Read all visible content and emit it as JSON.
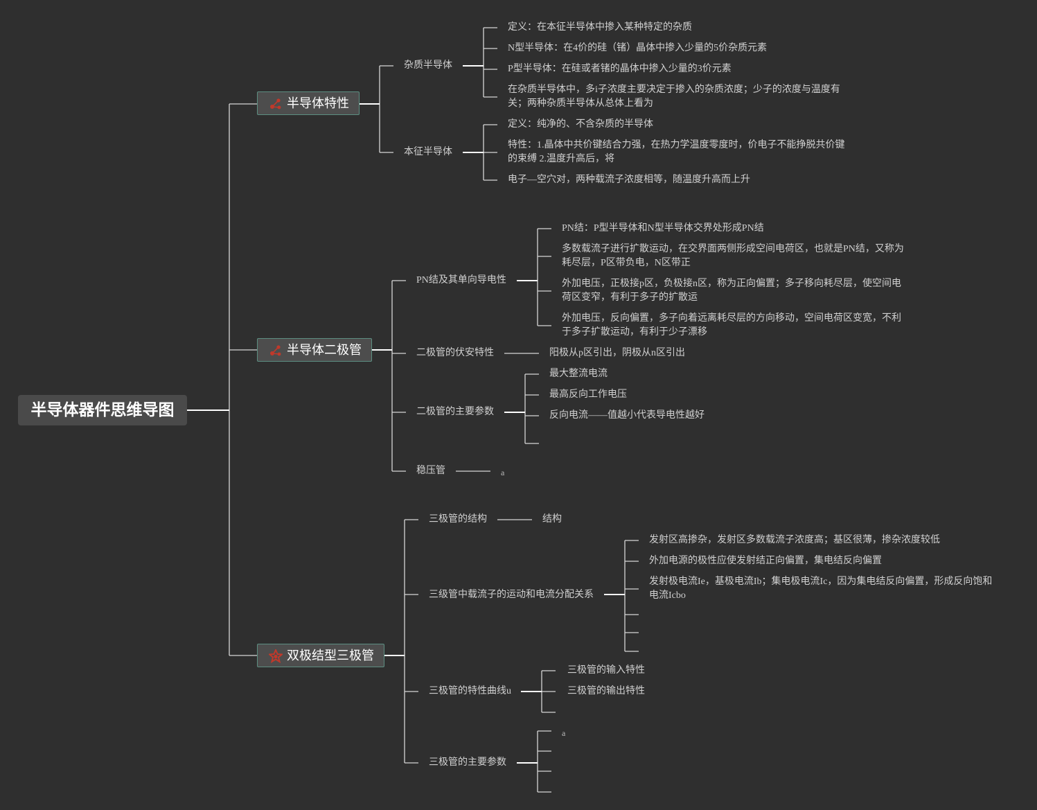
{
  "root": {
    "title": "半导体器件思维导图"
  },
  "branches": {
    "semiconductor": {
      "label": "半导体特性",
      "icon": "network-icon",
      "children": {
        "impurity": {
          "label": "杂质半导体",
          "items": [
            "定义：在本征半导体中掺入某种特定的杂质",
            "N型半导体：在4价的硅（锗）晶体中掺入少量的5价杂质元素",
            "P型半导体：在硅或者锗的晶体中掺入少量的3价元素",
            "在杂质半导体中，多i子浓度主要决定于掺入的杂质浓度；少子的浓度与温度有关；两种杂质半导体从总体上看为"
          ]
        },
        "intrinsic": {
          "label": "本征半导体",
          "items": [
            "定义：纯净的、不含杂质的半导体",
            "特性：1.晶体中共价键结合力强，在热力学温度零度时，价电子不能挣脱共价键的束缚 2.温度升高后，将",
            "电子—空穴对，两种载流子浓度相等，随温度升高而上升"
          ]
        }
      }
    },
    "diode": {
      "label": "半导体二极管",
      "icon": "network-icon",
      "children": {
        "pn": {
          "label": "PN结及其单向导电性",
          "items": [
            "PN结：P型半导体和N型半导体交界处形成PN结",
            "多数载流子进行扩散运动，在交界面两侧形成空间电荷区，也就是PN结，又称为耗尽层，P区带负电，N区带正",
            "外加电压，正极接p区，负极接n区，称为正向偏置；多子移向耗尽层，使空间电荷区变窄，有利于多子的扩散运",
            "外加电压，反向偏置，多子向着远离耗尽层的方向移动，空间电荷区变宽，不利于多子扩散运动，有利于少子漂移"
          ]
        },
        "iv": {
          "label": "二极管的伏安特性",
          "items": [
            "阳极从p区引出，阴极从n区引出"
          ]
        },
        "params": {
          "label": "二极管的主要参数",
          "items": [
            "最大整流电流",
            "最高反向工作电压",
            "反向电流——值越小代表导电性越好"
          ]
        },
        "zener": {
          "label": "稳压管",
          "items": [
            "a"
          ]
        }
      }
    },
    "bjt": {
      "label": "双极结型三极管",
      "icon": "star-badge-icon",
      "children": {
        "structure": {
          "label": "三极管的结构",
          "items": [
            "结构"
          ]
        },
        "carriers": {
          "label": "三级管中载流子的运动和电流分配关系",
          "items": [
            "发射区高掺杂，发射区多数载流子浓度高；基区很薄，掺杂浓度较低",
            "外加电源的极性应使发射结正向偏置，集电结反向偏置",
            "发射极电流Ie，基极电流Ib；集电极电流Ic，因为集电结反向偏置，形成反向饱和电流Icbo"
          ]
        },
        "curves": {
          "label": "三极管的特性曲线u",
          "items": [
            "三极管的输入特性",
            "三极管的输出特性"
          ]
        },
        "bparams": {
          "label": "三极管的主要参数",
          "items": [
            "a"
          ]
        }
      }
    }
  },
  "colors": {
    "background": "#2f2f2f",
    "line": "#d8d8d8",
    "branch_border": "#5d8f82",
    "icon": "#c0392b"
  }
}
